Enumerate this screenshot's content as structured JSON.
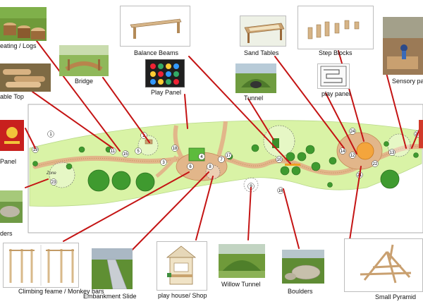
{
  "labels": {
    "seating_logs": "eating / Logs",
    "table_top": "able Top",
    "panel_left": "Panel",
    "boulders_left": "ders",
    "bridge": "Bridge",
    "balance_beams": "Balance Beams",
    "play_panel": "Play Panel",
    "tunnel": "Tunnel",
    "sand_tables": "Sand Tables",
    "step_blocks": "Step Blocks",
    "play_panel_small": "play panel",
    "sensory": "Sensory pa",
    "climbing_frame": "Climbing feame / Monkey bars",
    "embankment_slide": "Embankment Slide",
    "play_house": "play house/ Shop",
    "willow_tunnel": "Willow Tunnel",
    "boulders": "Boulders",
    "small_pyramid": "Small Pyramid"
  },
  "plan": {
    "zone_label": "Zone",
    "markers": [
      "1",
      "2",
      "3",
      "4",
      "5",
      "6",
      "7",
      "8",
      "9",
      "10",
      "11",
      "12",
      "13",
      "14",
      "15",
      "16",
      "17",
      "18",
      "19",
      "20",
      "21",
      "22",
      "23",
      "24"
    ]
  },
  "colors": {
    "grass": "#d9f3a6",
    "path": "#e2b68a",
    "tree": "#3f9a2f",
    "leader": "#c41414"
  }
}
